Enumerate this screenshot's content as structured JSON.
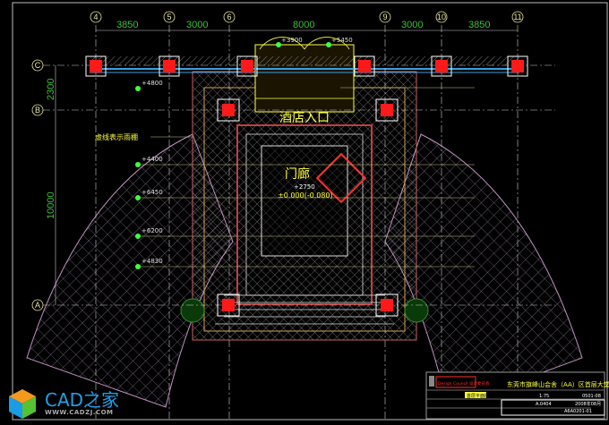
{
  "drawing": {
    "axes_top": [
      "4",
      "5",
      "6",
      "9",
      "10",
      "11"
    ],
    "axes_left": [
      "C",
      "B",
      "A"
    ],
    "dims_top": [
      "3850",
      "3000",
      "8000",
      "3000",
      "3850"
    ],
    "dims_left": [
      "2300",
      "10000"
    ],
    "levels": {
      "door_left": "+3900",
      "door_right": "+5450",
      "l1": "+4800",
      "l2": "+4400",
      "l3": "+6450",
      "l4": "+6200",
      "l5": "+4830",
      "porch": "+2750"
    },
    "labels": {
      "canopy_note": "虚线表示雨棚",
      "hotel_entrance": "酒店入口",
      "porch": "门廊",
      "porch_elevation": "±0.000(-0.080)"
    }
  },
  "title_block": {
    "company": "Design Council 设计委员会",
    "project_title": "东莞市旗峰山会舍（AA）区首层大堂铺装",
    "drawing_name": "首层平面图",
    "scale": "1:75",
    "drawing_no": "0501-08",
    "revision": "A.0404",
    "date": "2008年08月",
    "sheet_code": "A6A0201-01"
  },
  "watermark": {
    "brand": "CAD之家",
    "url": "WWW.CADZJ.COM"
  },
  "colors": {
    "pillar": "#ff1a1a",
    "hatch": "#b8a8c8",
    "yellow": "#ffff40",
    "green": "#3fbf3f"
  }
}
